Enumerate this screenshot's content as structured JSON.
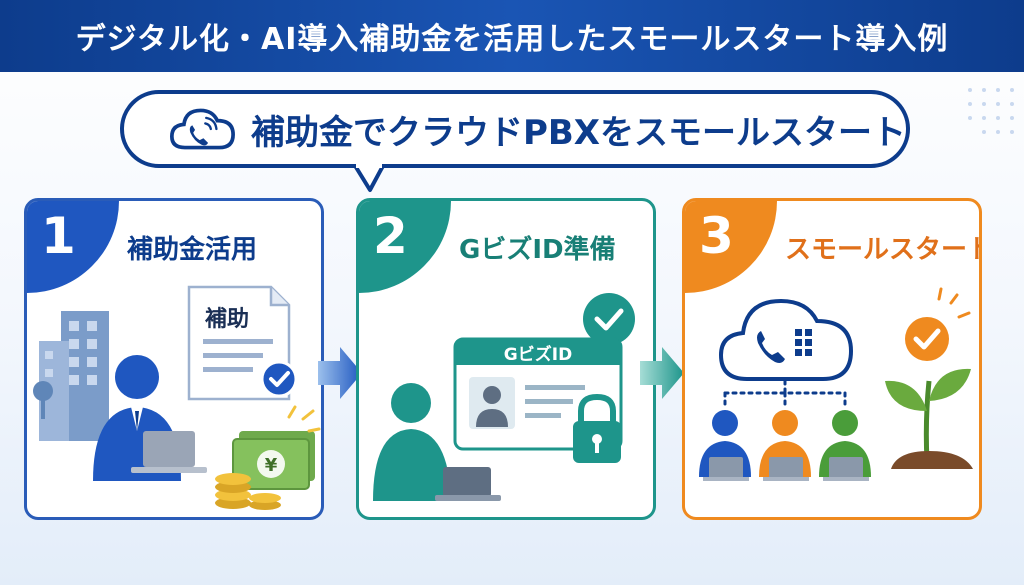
{
  "header": {
    "title": "デジタル化・AI導入補助金を活用したスモールスタート導入例"
  },
  "subtitle": {
    "text": "補助金でクラウドPBXをスモールスタート",
    "icon": "cloud-phone-icon"
  },
  "steps": [
    {
      "number": "1",
      "title": "補助金活用",
      "document_label": "補助",
      "currency_symbol": "¥",
      "color": "#1f57c0"
    },
    {
      "number": "2",
      "title": "GビズID準備",
      "id_card_label": "GビズID",
      "color": "#1e958b"
    },
    {
      "number": "3",
      "title": "スモールスタート",
      "color": "#ef8a1f"
    }
  ],
  "colors": {
    "navy": "#0d3c8c",
    "blue": "#1f57c0",
    "teal": "#1e958b",
    "orange": "#ef8a1f",
    "green": "#4a9d3a"
  }
}
